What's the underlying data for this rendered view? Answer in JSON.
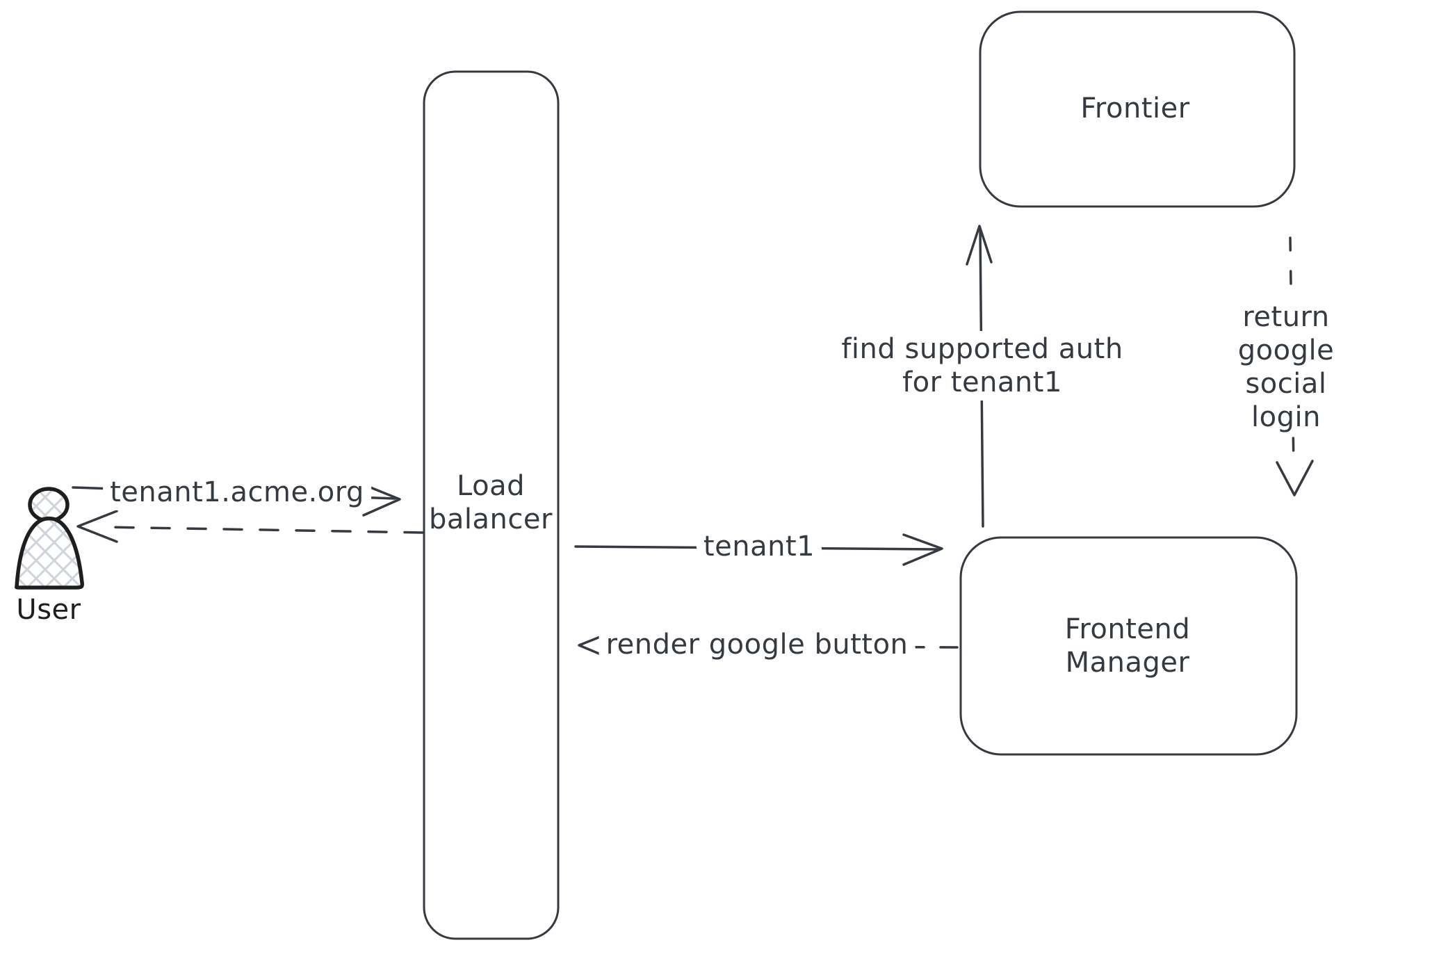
{
  "canvas": {
    "background_color": "#ffffff",
    "stroke_color": "#343a40",
    "user_outline_color": "#1e1e1e",
    "hatch_fill_color": "#ced4da"
  },
  "nodes": {
    "user": {
      "label": "User",
      "icon": "person-icon"
    },
    "load_balancer": {
      "label": "Load\nbalancer"
    },
    "frontier": {
      "label": "Frontier"
    },
    "frontend_manager": {
      "label": "Frontend\nManager"
    }
  },
  "arrows": [
    {
      "id": "user-to-load-balancer",
      "label": "tenant1.acme.org",
      "style": "solid",
      "direction": "right"
    },
    {
      "id": "load-balancer-to-user",
      "label": "",
      "style": "dashed",
      "direction": "left"
    },
    {
      "id": "load-balancer-to-frontend-manager",
      "label": "tenant1",
      "style": "solid",
      "direction": "right"
    },
    {
      "id": "frontend-manager-to-load-balancer",
      "label": "render google button",
      "style": "dashed",
      "direction": "left"
    },
    {
      "id": "frontend-manager-to-frontier",
      "label": "find supported auth\nfor tenant1",
      "style": "solid",
      "direction": "up"
    },
    {
      "id": "frontier-to-frontend-manager",
      "label": "return google social\nlogin",
      "style": "dashed",
      "direction": "down"
    }
  ]
}
